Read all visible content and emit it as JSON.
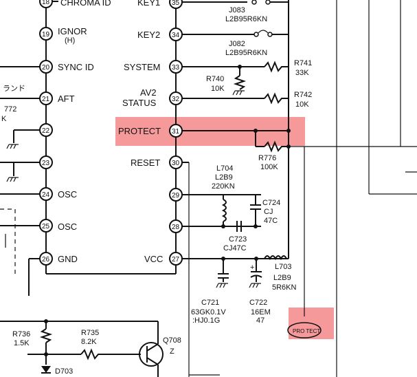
{
  "pins_left": [
    {
      "num": "18",
      "label": "CHROMA ID"
    },
    {
      "num": "19",
      "label": "IGNOR",
      "sub": "(H)"
    },
    {
      "num": "20",
      "label": "SYNC ID"
    },
    {
      "num": "21",
      "label": "AFT"
    },
    {
      "num": "22",
      "label": ""
    },
    {
      "num": "23",
      "label": ""
    },
    {
      "num": "24",
      "label": "OSC"
    },
    {
      "num": "25",
      "label": "OSC"
    },
    {
      "num": "26",
      "label": "GND"
    }
  ],
  "pins_right": [
    {
      "num": "35",
      "label": "KEY1"
    },
    {
      "num": "34",
      "label": "KEY2"
    },
    {
      "num": "33",
      "label": "SYSTEM"
    },
    {
      "num": "32",
      "label": "AV2",
      "label2": "STATUS"
    },
    {
      "num": "31",
      "label": "PROTECT"
    },
    {
      "num": "30",
      "label": "RESET"
    },
    {
      "num": "29",
      "label": ""
    },
    {
      "num": "28",
      "label": ""
    },
    {
      "num": "27",
      "label": "VCC"
    }
  ],
  "side_text": {
    "randomu": "ランド",
    "r772": "772",
    "k": "K"
  },
  "components": {
    "j083": {
      "ref": "J083",
      "val": "L2B95R6KN"
    },
    "j082": {
      "ref": "J082",
      "val": "L2B95R6KN"
    },
    "r741": {
      "ref": "R741",
      "val": "33K"
    },
    "r740": {
      "ref": "R740",
      "val": "10K"
    },
    "r742": {
      "ref": "R742",
      "val": "10K"
    },
    "r776": {
      "ref": "R776",
      "val": "100K"
    },
    "l704": {
      "ref": "L704",
      "val1": "L2B9",
      "val2": "220KN"
    },
    "c724": {
      "ref": "C724",
      "val1": "CJ",
      "val2": "47C"
    },
    "c723": {
      "ref": "C723",
      "val": "CJ47C"
    },
    "l703": {
      "ref": "L703",
      "val1": "L2B9",
      "val2": "5R6KN"
    },
    "c721": {
      "ref": "C721",
      "val1": "63GK0.1V",
      "val2": ":HJ0.1G"
    },
    "c722": {
      "ref": "C722",
      "val1": "16EM",
      "val2": "47"
    },
    "r736": {
      "ref": "R736",
      "val": "1.5K"
    },
    "r735": {
      "ref": "R735",
      "val": "8.2K"
    },
    "q708": {
      "ref": "Q708",
      "val": "Z"
    },
    "d703": {
      "ref": "D703"
    }
  },
  "protect_tag": "PRO TECT",
  "highlight_color": "#f4878a"
}
